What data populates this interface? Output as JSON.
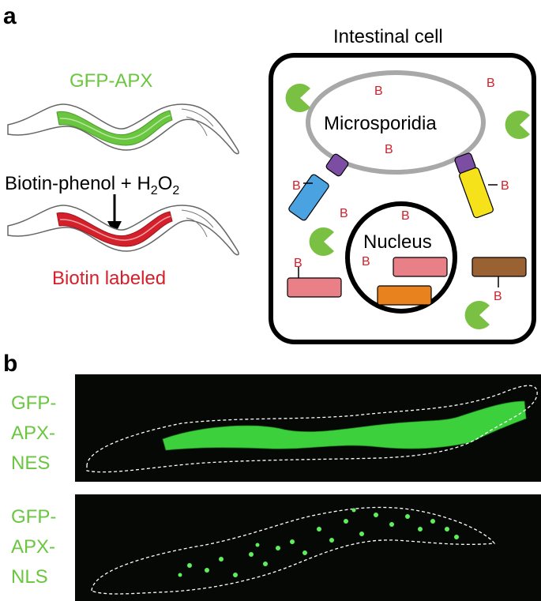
{
  "panel_a": {
    "letter": "a",
    "worm_top_label": "GFP-APX",
    "reaction_label": {
      "prefix": "Biotin-phenol + H",
      "sub1": "2",
      "mid": "O",
      "sub2": "2"
    },
    "worm_bottom_label": "Biotin labeled",
    "cell_title": "Intestinal cell",
    "microsporidia_label": "Microsporidia",
    "nucleus_label": "Nucleus",
    "biotin_mark": "B"
  },
  "panel_b": {
    "letter": "b",
    "top_label": [
      "GFP-",
      "APX-",
      "NES"
    ],
    "bottom_label": [
      "GFP-",
      "APX-",
      "NLS"
    ]
  },
  "colors": {
    "gfp_green": "#6bc63f",
    "biotin_red": "#d4202a",
    "pacman_green": "#7ac143",
    "microsporidia_gray": "#a8a8a8",
    "blue_protein": "#4aa3e0",
    "yellow_protein": "#f5e21a",
    "purple_cap": "#7b4ea3",
    "pink_protein": "#e98088",
    "orange_protein": "#e8821e",
    "brown_protein": "#9a6233",
    "micrograph_bg": "#050805",
    "fluor_green": "#3fdc3f"
  }
}
